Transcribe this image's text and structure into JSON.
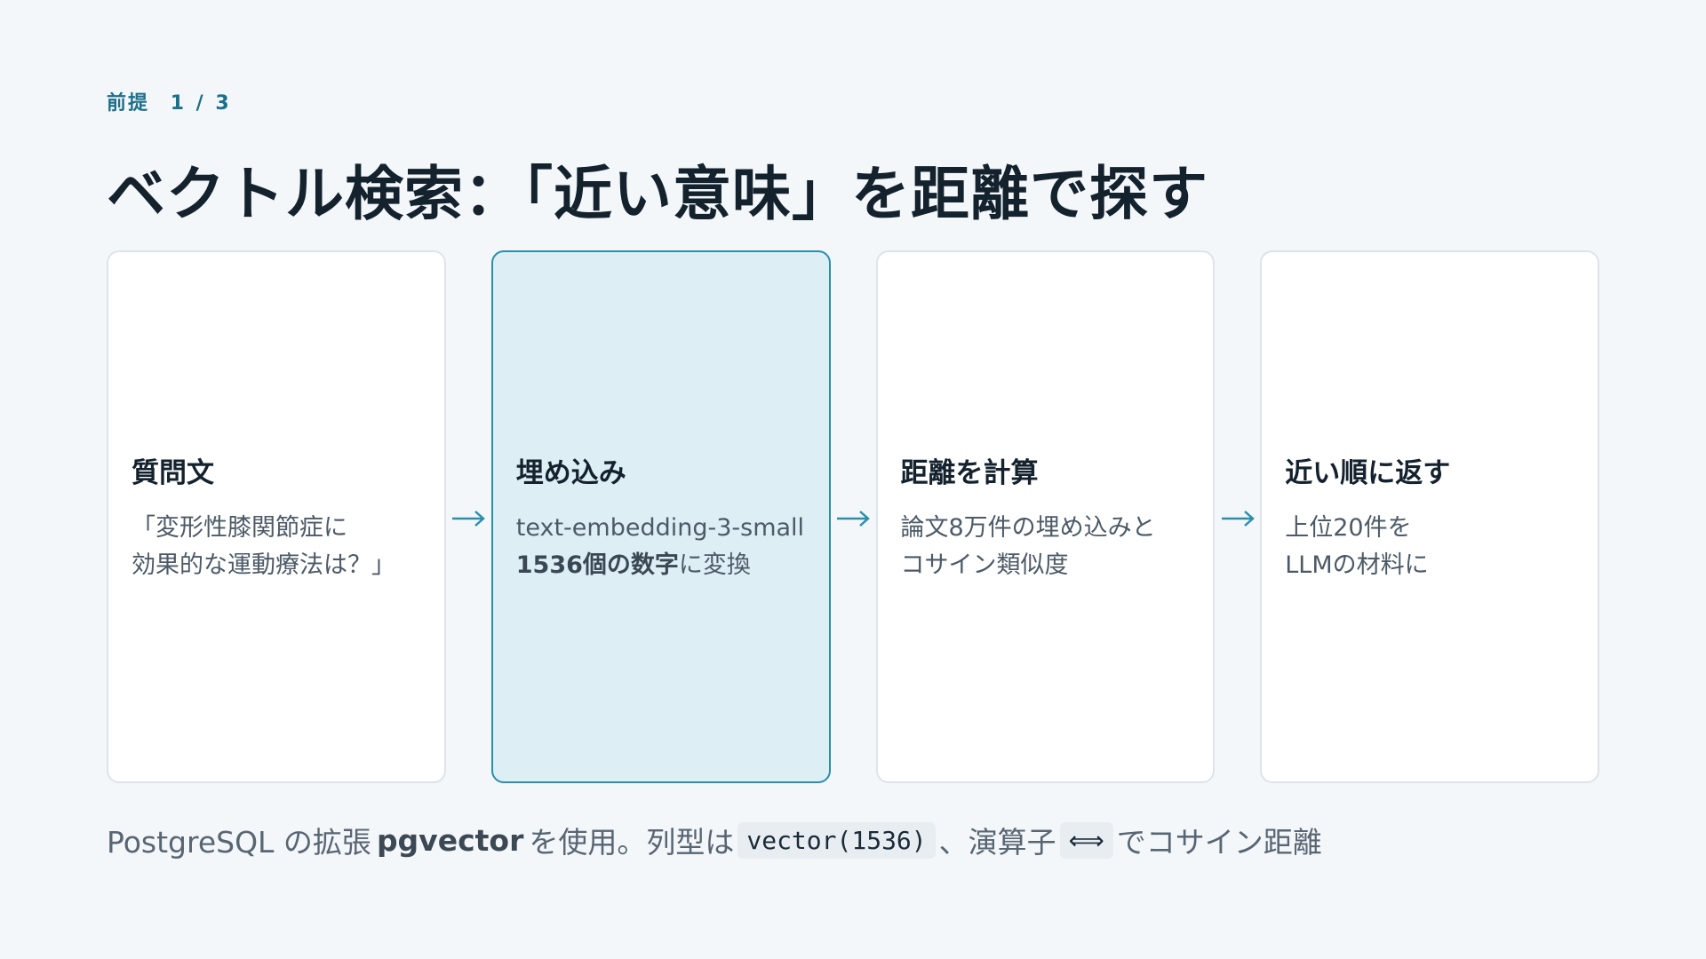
{
  "eyebrow": {
    "label": "前提",
    "page": "1 / 3"
  },
  "title": "ベクトル検索：「近い意味」を距離で探す",
  "steps": [
    {
      "title": "質問文",
      "lines": [
        "「変形性膝関節症に",
        "効果的な運動療法は？」"
      ]
    },
    {
      "title": "埋め込み",
      "line1": "text-embedding-3-small",
      "line2_bold": "1536個の数字",
      "line2_rest": "に変換"
    },
    {
      "title": "距離を計算",
      "lines": [
        "論文8万件の埋め込みと",
        "コサイン類似度"
      ]
    },
    {
      "title": "近い順に返す",
      "lines": [
        "上位20件を",
        "LLMの材料に"
      ]
    }
  ],
  "footer": {
    "prefix": "PostgreSQL の拡張",
    "ext_name": "pgvector",
    "mid1": "を使用。列型は",
    "code_type": "vector(1536)",
    "mid2": "、演算子",
    "code_op": "⟺",
    "suffix": "でコサイン距離"
  },
  "colors": {
    "accent": "#2a8fac",
    "highlight_bg": "#deeef5",
    "background": "#f4f7fa"
  },
  "icons": {
    "arrow": "arrow-right-icon"
  }
}
